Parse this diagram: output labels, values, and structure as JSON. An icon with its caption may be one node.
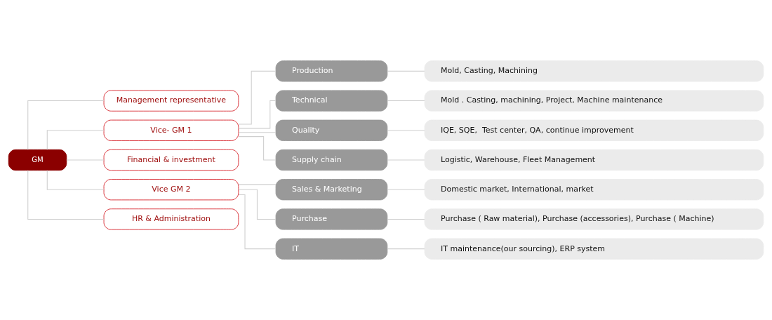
{
  "diagram": {
    "nodes": [
      {
        "text": [
          "GM"
        ]
      },
      {
        "text": [
          "Management representative"
        ]
      },
      {
        "text": [
          "Vice- GM 1"
        ]
      },
      {
        "text": [
          "Financial & investment"
        ]
      },
      {
        "text": [
          "Vice GM 2"
        ]
      },
      {
        "text": [
          "HR & Administration"
        ]
      },
      {
        "text": [
          "Production"
        ]
      },
      {
        "text": [
          "Technical"
        ]
      },
      {
        "text": [
          "Quality"
        ]
      },
      {
        "text": [
          "Supply chain"
        ]
      },
      {
        "text": [
          "Sales & Marketing"
        ]
      },
      {
        "text": [
          "Purchase"
        ]
      },
      {
        "text": [
          "IT"
        ]
      },
      {
        "text": [
          "Mold, Casting, Machining"
        ]
      },
      {
        "text": [
          "Mold . Casting, machining, Project, Machine maintenance"
        ]
      },
      {
        "text": [
          "IQE, SQE,  Test center, QA, continue improvement"
        ]
      },
      {
        "text": [
          "Logistic, Warehouse, Fleet Management"
        ]
      },
      {
        "text": [
          "Domestic market, International, market"
        ]
      },
      {
        "text": [
          "Purchase ( Raw material), Purchase (accessories), Purchase ( Machine)"
        ]
      },
      {
        "text": [
          "IT maintenance(our sourcing), ERP system"
        ]
      }
    ],
    "edges": [
      {
        "from": 0,
        "to": 1,
        "arrow": "none"
      },
      {
        "from": 0,
        "to": 2,
        "arrow": "none"
      },
      {
        "from": 0,
        "to": 3,
        "arrow": "none"
      },
      {
        "from": 0,
        "to": 4,
        "arrow": "none"
      },
      {
        "from": 0,
        "to": 5,
        "arrow": "none"
      },
      {
        "from": 2,
        "to": 6,
        "arrow": "none"
      },
      {
        "from": 2,
        "to": 7,
        "arrow": "none"
      },
      {
        "from": 2,
        "to": 8,
        "arrow": "none"
      },
      {
        "from": 2,
        "to": 9,
        "arrow": "none"
      },
      {
        "from": 4,
        "to": 10,
        "arrow": "none"
      },
      {
        "from": 4,
        "to": 11,
        "arrow": "none"
      },
      {
        "from": 4,
        "to": 12,
        "arrow": "none"
      },
      {
        "from": 6,
        "to": 13,
        "arrow": "none"
      },
      {
        "from": 7,
        "to": 14,
        "arrow": "none"
      },
      {
        "from": 8,
        "to": 15,
        "arrow": "none"
      },
      {
        "from": 9,
        "to": 16,
        "arrow": "none"
      },
      {
        "from": 10,
        "to": 17,
        "arrow": "none"
      },
      {
        "from": 11,
        "to": 18,
        "arrow": "none"
      },
      {
        "from": 12,
        "to": 19,
        "arrow": "none"
      }
    ]
  }
}
